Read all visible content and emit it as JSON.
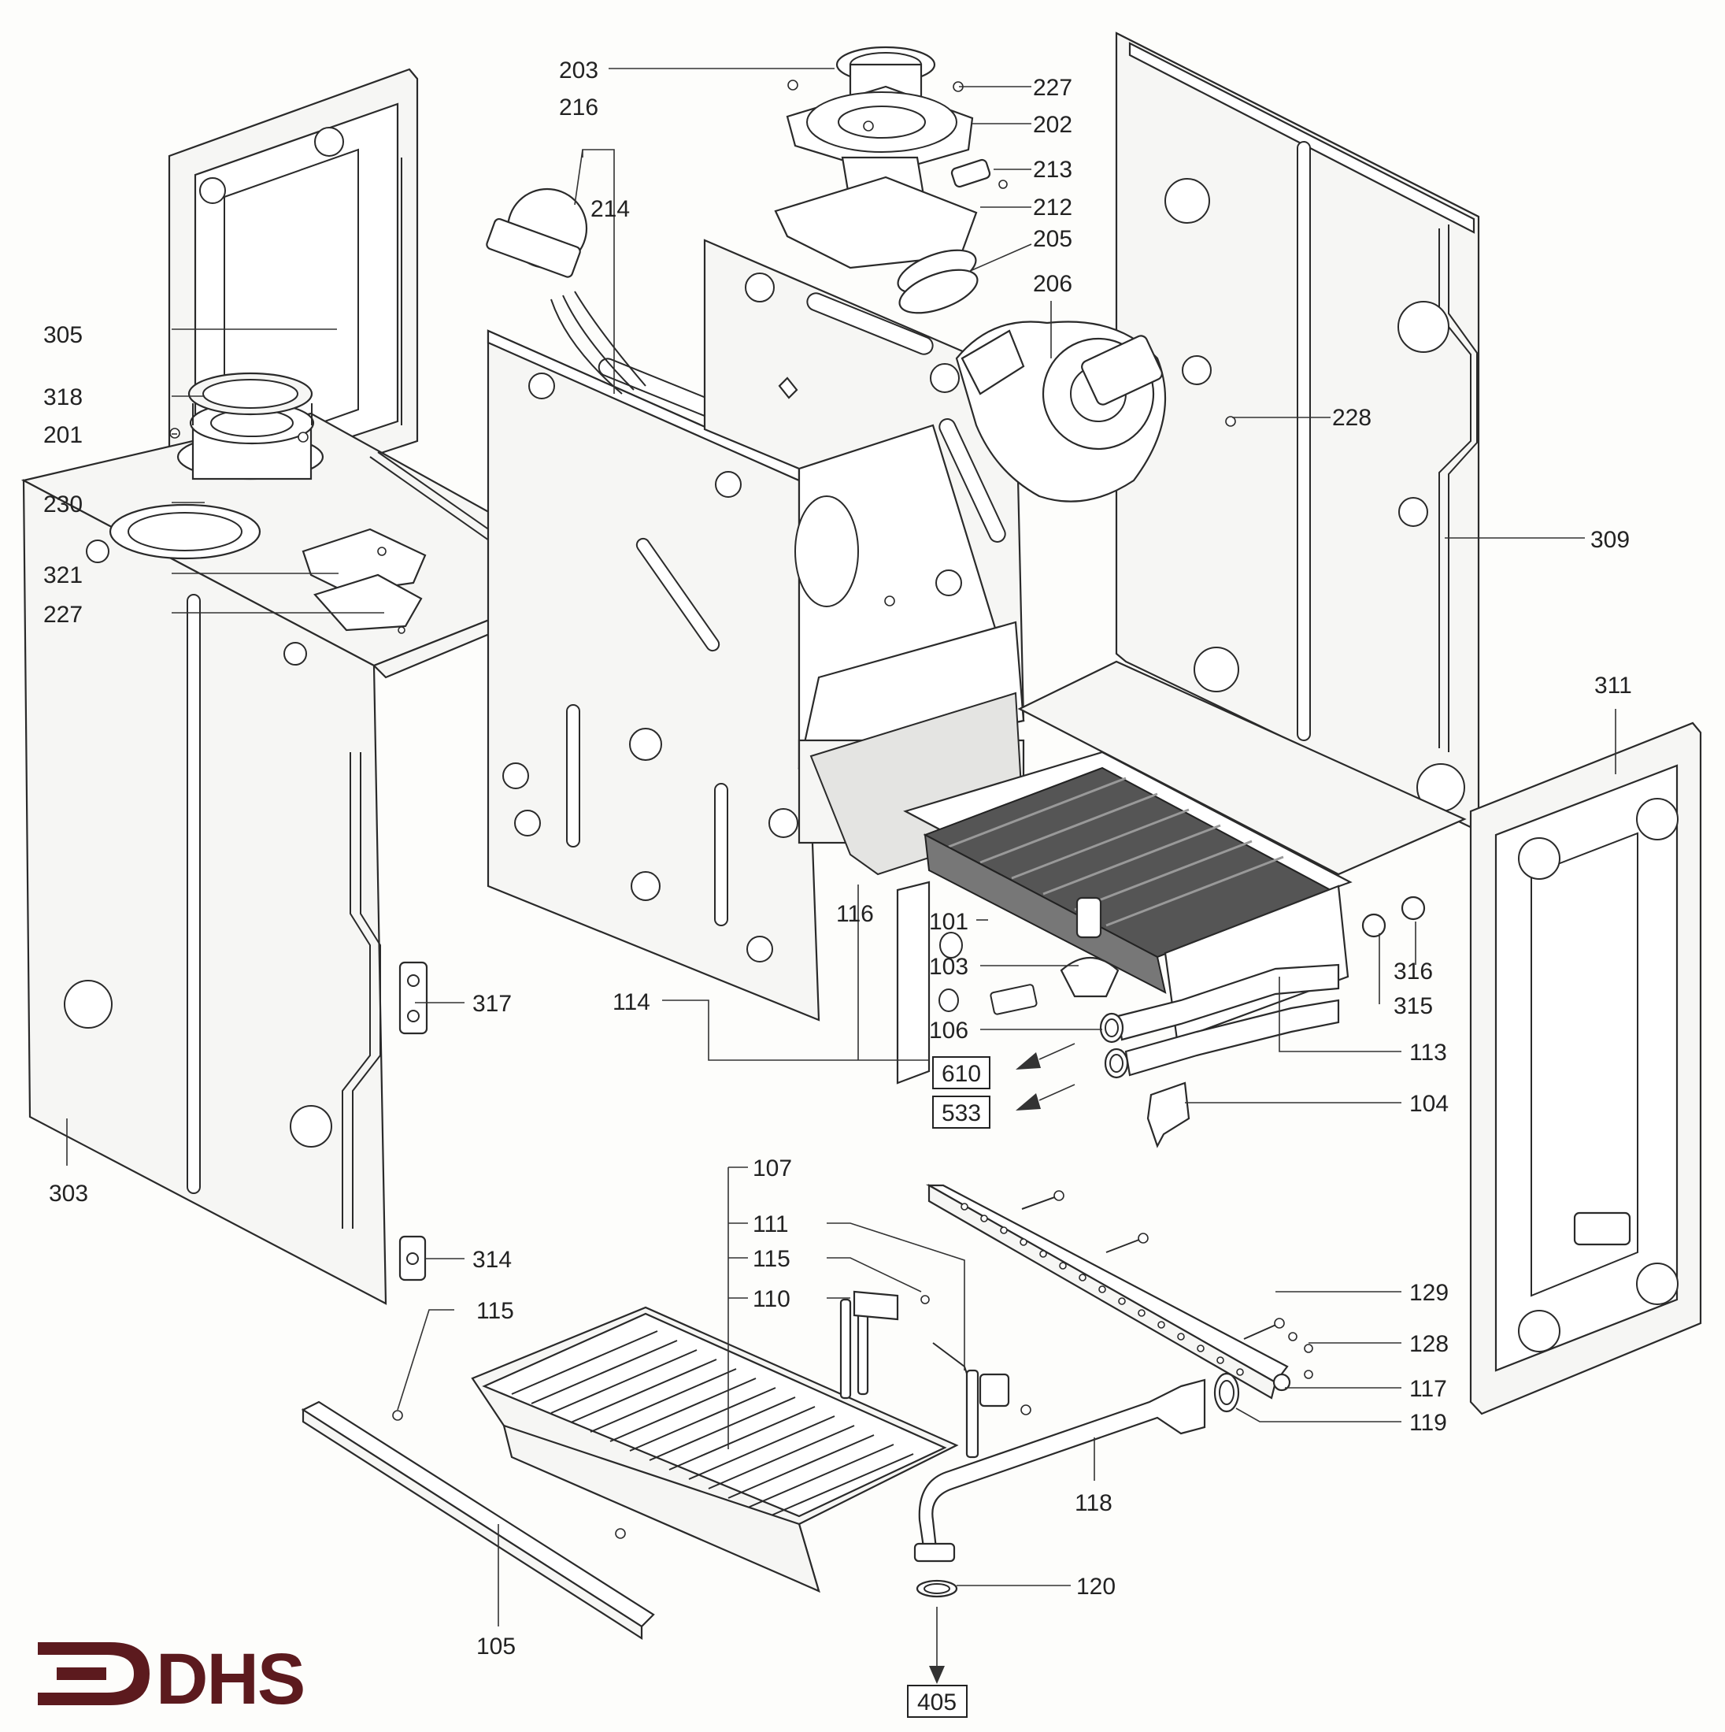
{
  "logo": {
    "text": "DHS",
    "color": "#5c1a1e"
  },
  "labels": {
    "l203": "203",
    "l227a": "227",
    "l216": "216",
    "l202": "202",
    "l213": "213",
    "l214": "214",
    "l212": "212",
    "l205": "205",
    "l206": "206",
    "l305": "305",
    "l318": "318",
    "l201": "201",
    "l230": "230",
    "l321": "321",
    "l227b": "227",
    "l228": "228",
    "l309": "309",
    "l311": "311",
    "l116": "116",
    "l101": "101",
    "l103": "103",
    "l106": "106",
    "l114": "114",
    "l316": "316",
    "l315": "315",
    "l113": "113",
    "l317": "317",
    "l104": "104",
    "l303": "303",
    "l107": "107",
    "l111": "111",
    "l115a": "115",
    "l110": "110",
    "l314": "314",
    "l115b": "115",
    "l129": "129",
    "l128": "128",
    "l117": "117",
    "l119": "119",
    "l118": "118",
    "l120": "120",
    "l105": "105"
  },
  "references": {
    "r610": "610",
    "r533": "533",
    "r405": "405"
  }
}
